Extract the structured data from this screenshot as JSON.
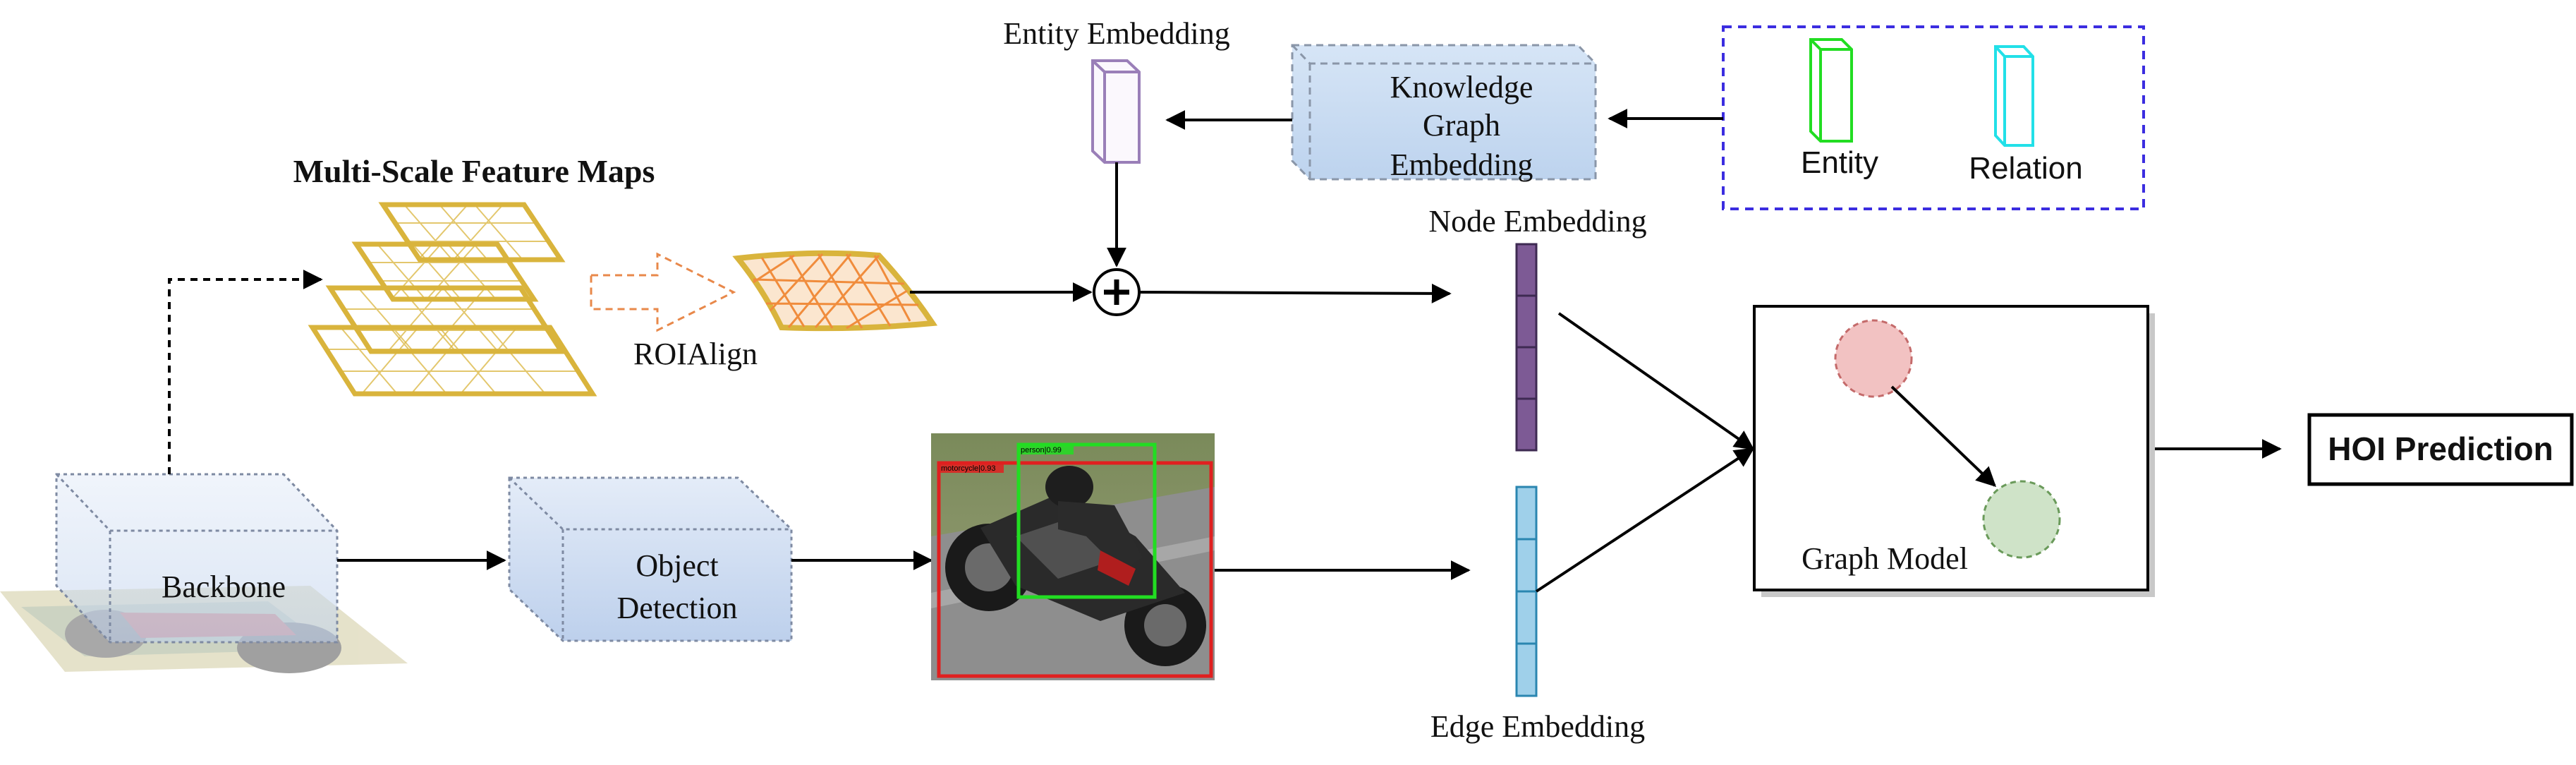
{
  "labels": {
    "entity_embedding": "Entity Embedding",
    "knowledge_graph_line1": "Knowledge",
    "knowledge_graph_line2": "Graph",
    "knowledge_graph_line3": "Embedding",
    "legend_entity": "Entity",
    "legend_relation": "Relation",
    "multi_scale_feature_maps": "Multi-Scale Feature Maps",
    "roialign": "ROIAlign",
    "node_embedding": "Node Embedding",
    "edge_embedding": "Edge Embedding",
    "backbone": "Backbone",
    "object_detection_line1": "Object",
    "object_detection_line2": "Detection",
    "graph_model": "Graph Model",
    "hoi_prediction": "HOI Prediction",
    "detection_tag_person": "person|0.99",
    "detection_tag_motorcycle": "motorcycle|0.93"
  },
  "colors": {
    "feature_map": "#d9b43c",
    "roi_arrow": "#e8884a",
    "roi_grid": "#f08c3c",
    "kg_fill": "#c9dcf2",
    "kg_stroke": "#8a96a8",
    "legend_border": "#3b2de0",
    "entity_green": "#22dd22",
    "relation_cyan": "#22e0e8",
    "entity_embed": "#9a7fb8",
    "node_purple": "#7d5a95",
    "edge_blue": "#9fd0ea",
    "edge_stroke": "#2a86b0",
    "box_blue": "#cfdcf0",
    "node_red": "#f2c2c2",
    "node_green": "#cfe3c8",
    "det_red": "#e02020",
    "det_green": "#22dd22"
  }
}
